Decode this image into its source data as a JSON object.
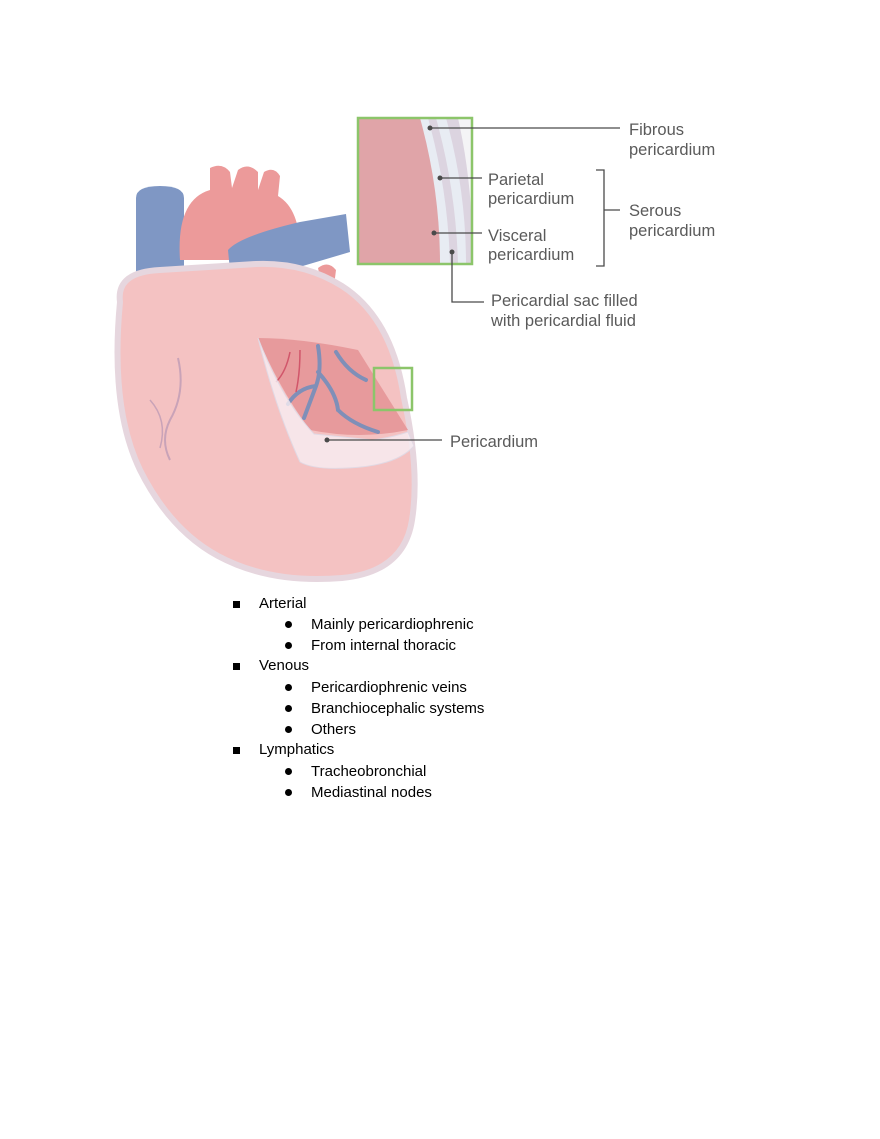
{
  "figure": {
    "labels": {
      "fibrous_1": "Fibrous",
      "fibrous_2": "pericardium",
      "parietal_1": "Parietal",
      "parietal_2": "pericardium",
      "visceral_1": "Visceral",
      "visceral_2": "pericardium",
      "serous_1": "Serous",
      "serous_2": "pericardium",
      "sac_1": "Pericardial sac filled",
      "sac_2": "with pericardial fluid",
      "pericardium": "Pericardium"
    },
    "colors": {
      "callout_box": "#8cc56a",
      "heart": "#f2b8b8",
      "vein": "#7f97c4",
      "aorta": "#ec9a9a",
      "leader": "#4a4a4a"
    }
  },
  "outline": [
    {
      "label": "Arterial",
      "children": [
        "Mainly pericardiophrenic",
        "From internal thoracic"
      ]
    },
    {
      "label": "Venous",
      "children": [
        "Pericardiophrenic veins",
        "Branchiocephalic systems",
        "Others"
      ]
    },
    {
      "label": "Lymphatics",
      "children": [
        "Tracheobronchial",
        "Mediastinal nodes"
      ]
    }
  ]
}
